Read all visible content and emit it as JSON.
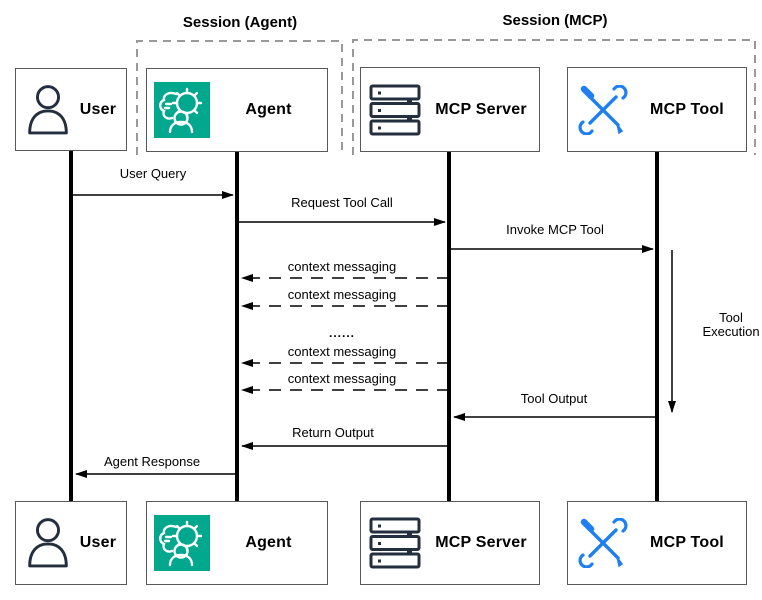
{
  "diagram": {
    "title_context": "Agent / MCP sequence diagram",
    "sessions": {
      "agent": {
        "label": "Session (Agent)"
      },
      "mcp": {
        "label": "Session (MCP)"
      }
    },
    "actors": {
      "user": {
        "label": "User",
        "icon": "person-icon"
      },
      "agent": {
        "label": "Agent",
        "icon": "agent-icon"
      },
      "mcp_server": {
        "label": "MCP Server",
        "icon": "server-icon"
      },
      "mcp_tool": {
        "label": "MCP Tool",
        "icon": "crossed-tools-icon"
      }
    },
    "messages": {
      "user_query": {
        "label": "User Query",
        "from": "user",
        "to": "agent",
        "style": "solid"
      },
      "request_tool_call": {
        "label": "Request Tool Call",
        "from": "agent",
        "to": "mcp_server",
        "style": "solid"
      },
      "invoke_mcp_tool": {
        "label": "Invoke MCP Tool",
        "from": "mcp_server",
        "to": "mcp_tool",
        "style": "solid"
      },
      "context_messaging_1": {
        "label": "context messaging",
        "from": "mcp_server",
        "to": "agent",
        "style": "dashed"
      },
      "context_messaging_2": {
        "label": "context messaging",
        "from": "mcp_server",
        "to": "agent",
        "style": "dashed"
      },
      "ellipsis": {
        "label": "......"
      },
      "context_messaging_3": {
        "label": "context messaging",
        "from": "mcp_server",
        "to": "agent",
        "style": "dashed"
      },
      "context_messaging_4": {
        "label": "context messaging",
        "from": "mcp_server",
        "to": "agent",
        "style": "dashed"
      },
      "tool_output": {
        "label": "Tool Output",
        "from": "mcp_tool",
        "to": "mcp_server",
        "style": "solid"
      },
      "return_output": {
        "label": "Return Output",
        "from": "mcp_server",
        "to": "agent",
        "style": "solid"
      },
      "agent_response": {
        "label": "Agent Response",
        "from": "agent",
        "to": "user",
        "style": "solid"
      },
      "tool_execution": {
        "label": "Tool Execution",
        "on": "mcp_tool",
        "style": "self-duration"
      }
    },
    "colors": {
      "agent_icon_bg": "#01A88D",
      "tool_icon_blue": "#1E7FF2",
      "dark_navy_icon": "#232F3E",
      "box_border": "#595959",
      "session_border": "#999999",
      "line": "#000000"
    }
  }
}
